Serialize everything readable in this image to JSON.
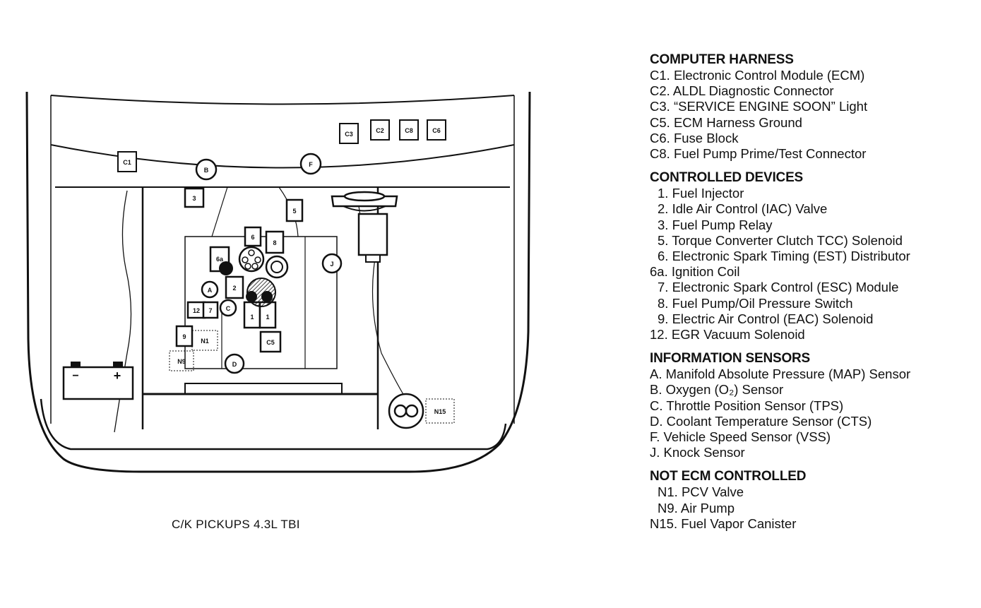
{
  "caption": "C/K PICKUPS 4.3L TBI",
  "diagram_labels": {
    "c1": "C1",
    "c3": "C3",
    "c2": "C2",
    "c8": "C8",
    "c6": "C6",
    "c5": "C5",
    "b": "B",
    "f": "F",
    "j": "J",
    "a": "A",
    "c": "C",
    "d": "D",
    "n1": "N1",
    "n9": "N9",
    "n15": "N15",
    "d3": "3",
    "d5": "5",
    "d6": "6",
    "d8": "8",
    "d6a": "6a",
    "d2": "2",
    "d12": "12",
    "d7": "7",
    "d1a": "1",
    "d1b": "1",
    "d9": "9",
    "batt_minus": "−",
    "batt_plus": "+"
  },
  "legend": {
    "computer_harness": {
      "title": "COMPUTER HARNESS",
      "items": [
        {
          "code": "C1.",
          "text": "Electronic Control Module (ECM)"
        },
        {
          "code": "C2.",
          "text": "ALDL Diagnostic Connector"
        },
        {
          "code": "C3.",
          "text": "“SERVICE ENGINE SOON” Light"
        },
        {
          "code": "C5.",
          "text": "ECM Harness Ground"
        },
        {
          "code": "C6.",
          "text": "Fuse Block"
        },
        {
          "code": "C8.",
          "text": "Fuel Pump Prime/Test Connector"
        }
      ]
    },
    "controlled_devices": {
      "title": "CONTROLLED DEVICES",
      "items": [
        {
          "code": "1.",
          "text": "Fuel Injector"
        },
        {
          "code": "2.",
          "text": "Idle Air Control (IAC) Valve"
        },
        {
          "code": "3.",
          "text": "Fuel Pump Relay"
        },
        {
          "code": "5.",
          "text": "Torque Converter Clutch TCC) Solenoid"
        },
        {
          "code": "6.",
          "text": "Electronic Spark Timing (EST) Distributor"
        },
        {
          "code": "6a.",
          "text": "Ignition Coil"
        },
        {
          "code": "7.",
          "text": "Electronic Spark Control (ESC) Module"
        },
        {
          "code": "8.",
          "text": "Fuel Pump/Oil Pressure Switch"
        },
        {
          "code": "9.",
          "text": "Electric Air Control (EAC) Solenoid"
        },
        {
          "code": "12.",
          "text": "EGR Vacuum Solenoid"
        }
      ]
    },
    "information_sensors": {
      "title": "INFORMATION SENSORS",
      "items": [
        {
          "code": "A.",
          "text": "Manifold Absolute Pressure (MAP) Sensor"
        },
        {
          "code": "B.",
          "text": "Oxygen (O₂) Sensor"
        },
        {
          "code": "C.",
          "text": "Throttle Position Sensor (TPS)"
        },
        {
          "code": "D.",
          "text": "Coolant Temperature Sensor (CTS)"
        },
        {
          "code": "F.",
          "text": "Vehicle Speed Sensor (VSS)"
        },
        {
          "code": "J.",
          "text": "Knock Sensor"
        }
      ]
    },
    "not_ecm_controlled": {
      "title": "NOT ECM CONTROLLED",
      "items": [
        {
          "code": "N1.",
          "text": "PCV Valve"
        },
        {
          "code": "N9.",
          "text": "Air Pump"
        },
        {
          "code": "N15.",
          "text": "Fuel Vapor Canister"
        }
      ]
    }
  }
}
